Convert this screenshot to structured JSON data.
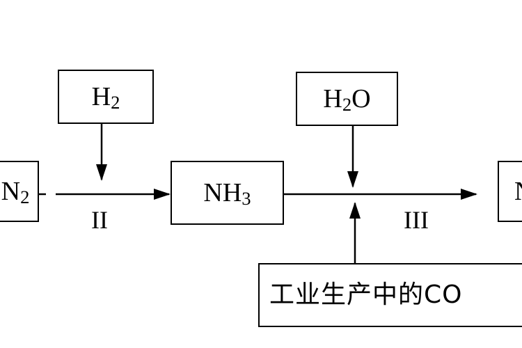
{
  "diagram": {
    "box_n2": {
      "symbol": "N",
      "subscript": "2"
    },
    "box_h2": {
      "symbol": "H",
      "subscript": "2"
    },
    "box_nh3": {
      "prefix": "NH",
      "subscript": "3"
    },
    "box_h2o": {
      "prefix": "H",
      "subscript": "2",
      "suffix": "O"
    },
    "box_right": {
      "symbol": "N"
    },
    "box_co2_source": {
      "text": "工业生产中的CO"
    },
    "step_2": "II",
    "step_3": "III"
  }
}
